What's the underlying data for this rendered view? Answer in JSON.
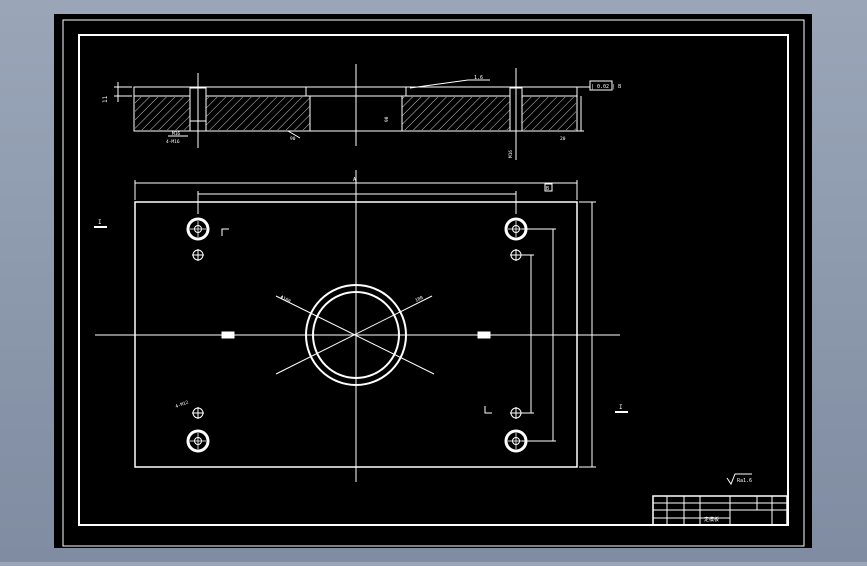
{
  "colors": {
    "viewport_bg": "#8f9bb0",
    "sheet": "#000000",
    "line": "#ffffff"
  },
  "section_view": {
    "left_dim_label": "11",
    "top_callout": "1.6",
    "tol_box": "| 0.02 | B",
    "hole_note_1": "M16",
    "hole_note_2": "4-M16",
    "mid_callout": "90",
    "right_dim_a": "90",
    "right_dim_b": "20",
    "side_mark": "M16"
  },
  "plan_view": {
    "center_mark": "A",
    "datum_box": "B",
    "left_section_mark": "I",
    "right_section_mark": "I",
    "bolt_note": "4-M12",
    "dia_left": "Φ160",
    "dia_right": "180",
    "surface_note": "Ra1.6"
  },
  "title_block": {
    "r1": [
      "",
      "",
      "",
      "",
      "",
      "",
      ""
    ],
    "name": "定模板",
    "r2": [
      "",
      "",
      "",
      "",
      "",
      "",
      ""
    ]
  }
}
